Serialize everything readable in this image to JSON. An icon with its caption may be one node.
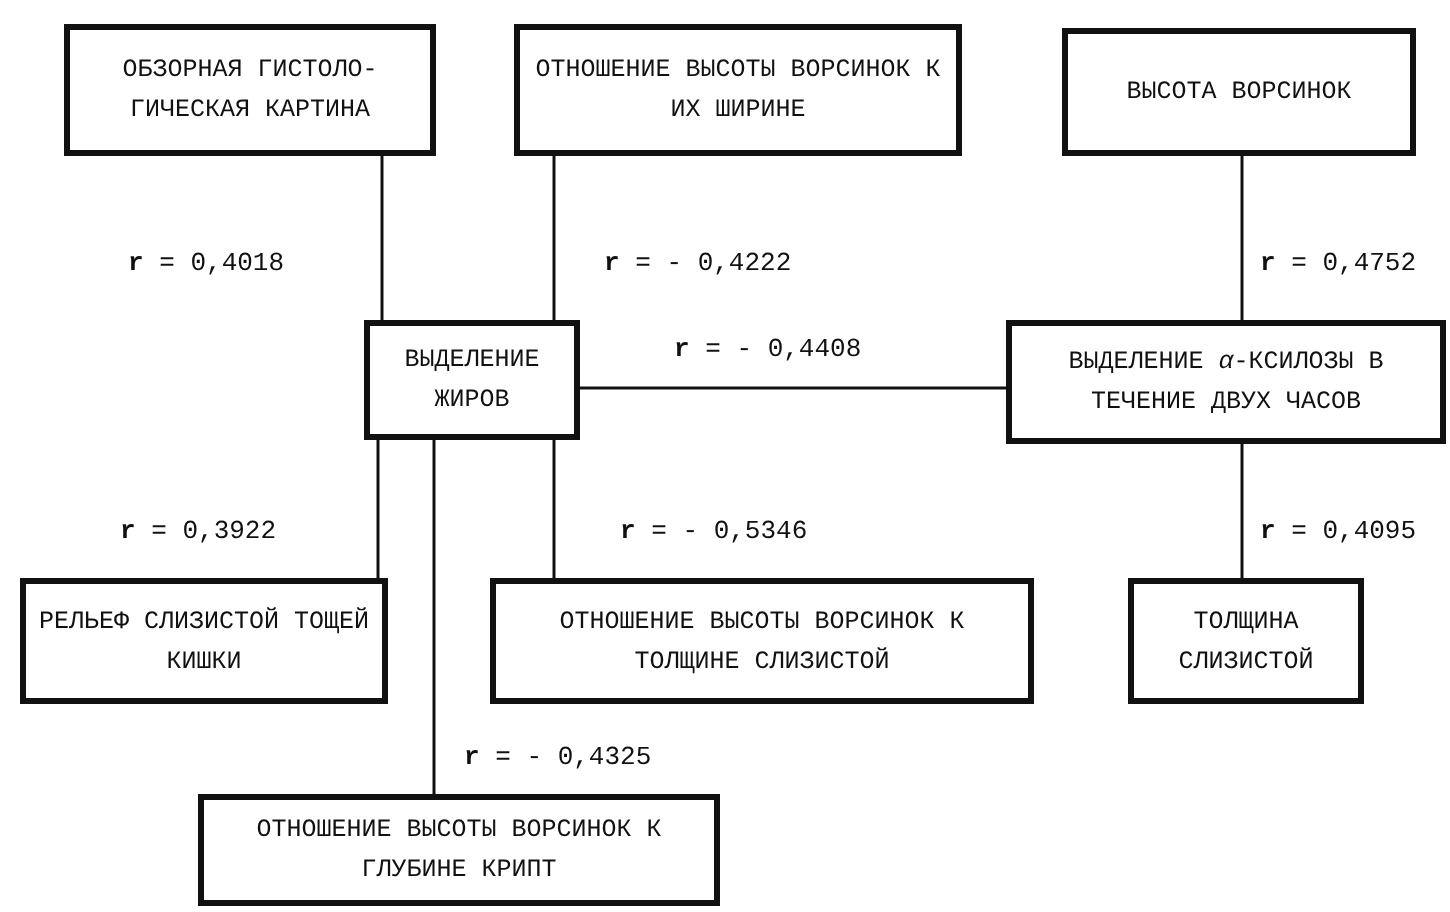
{
  "diagram": {
    "nodes": [
      {
        "text": [
          "ОБЗОРНАЯ ГИСТОЛО- ГИЧЕСКАЯ КАРТИНА"
        ]
      },
      {
        "text": [
          "ОТНОШЕНИЕ ВЫСОТЫ ВОРСИНОК К ИХ ШИРИНЕ"
        ]
      },
      {
        "text": [
          "ВЫСОТА ВОРСИНОК"
        ]
      },
      {
        "text": [
          "ВЫДЕЛЕНИЕ ЖИРОВ"
        ]
      },
      {
        "text": [
          "ВЫДЕЛЕНИЕ *α*-КСИЛОЗЫ В ТЕЧЕНИЕ ДВУХ ЧАСОВ"
        ]
      },
      {
        "text": [
          "РЕЛЬЕФ СЛИЗИСТОЙ ТОЩЕЙ КИШКИ"
        ]
      },
      {
        "text": [
          "ОТНОШЕНИЕ ВЫСОТЫ ВОРСИНОК К ТОЛЩИНЕ СЛИЗИСТОЙ"
        ]
      },
      {
        "text": [
          "ТОЛЩИНА СЛИЗИСТОЙ"
        ]
      },
      {
        "text": [
          "ОТНОШЕНИЕ ВЫСОТЫ ВОРСИНОК К ГЛУБИНЕ КРИПТ"
        ]
      }
    ],
    "edges": [
      {
        "from": 0,
        "to": 3,
        "arrow": "none",
        "label": "**r** = 0,4018"
      },
      {
        "from": 1,
        "to": 3,
        "arrow": "none",
        "label": "**r** = - 0,4222"
      },
      {
        "from": 2,
        "to": 4,
        "arrow": "none",
        "label": "**r** = 0,4752"
      },
      {
        "from": 3,
        "to": 4,
        "arrow": "none",
        "label": "**r** = - 0,4408"
      },
      {
        "from": 3,
        "to": 5,
        "arrow": "none",
        "label": "**r** = 0,3922"
      },
      {
        "from": 3,
        "to": 6,
        "arrow": "none",
        "label": "**r** = - 0,5346"
      },
      {
        "from": 4,
        "to": 7,
        "arrow": "none",
        "label": "**r** = 0,4095"
      },
      {
        "from": 3,
        "to": 8,
        "arrow": "none",
        "label": "**r** = - 0,4325"
      }
    ]
  }
}
